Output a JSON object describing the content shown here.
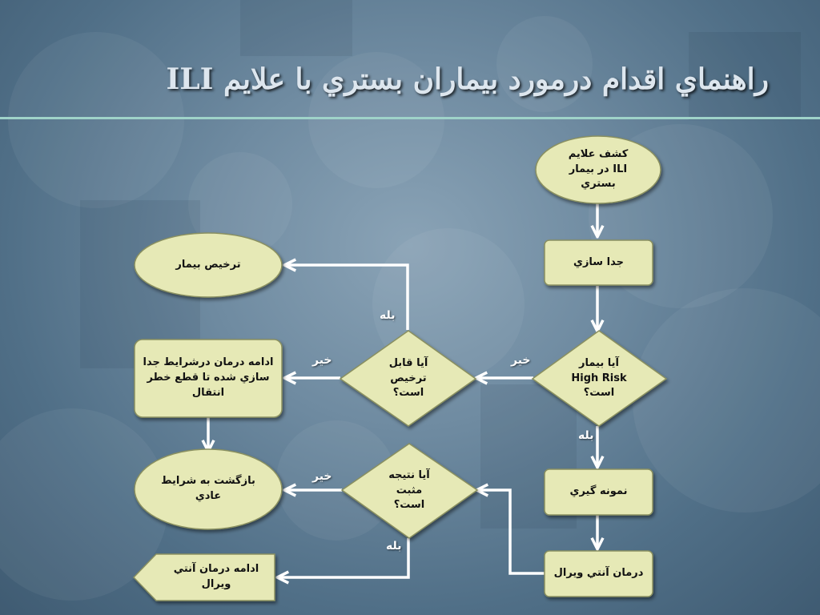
{
  "title": "راهنماي اقدام درمورد بيماران بستري با علايم ILI",
  "colors": {
    "node_fill": "#e6e9b6",
    "node_border": "#8a9060",
    "arrow": "#ffffff",
    "divider": "#9fd3c9"
  },
  "nodes": {
    "start": "كشف علايم ILI در بيمار بستري",
    "isolation": "جدا سازي",
    "high_risk_q": "آيا بيمار High Risk است؟",
    "sampling": "نمونه گيري",
    "antiviral": "درمان آنتي ويرال",
    "discharge_q": "آيا قابل ترخيص است؟",
    "discharge": "ترخيص بيمار",
    "continue_isolation": "ادامه درمان درشرايط جدا سازي شده تا قطع خطر انتقال",
    "result_q": "آيا نتيجه مثبت است؟",
    "return_normal": "بازگشت به شرايط عادي",
    "continue_antiviral": "ادامه درمان آنتي ويرال"
  },
  "edge_labels": {
    "high_risk_no": "خير",
    "high_risk_yes": "بله",
    "discharge_yes": "بله",
    "discharge_no": "خير",
    "result_no": "خير",
    "result_yes": "بله"
  }
}
